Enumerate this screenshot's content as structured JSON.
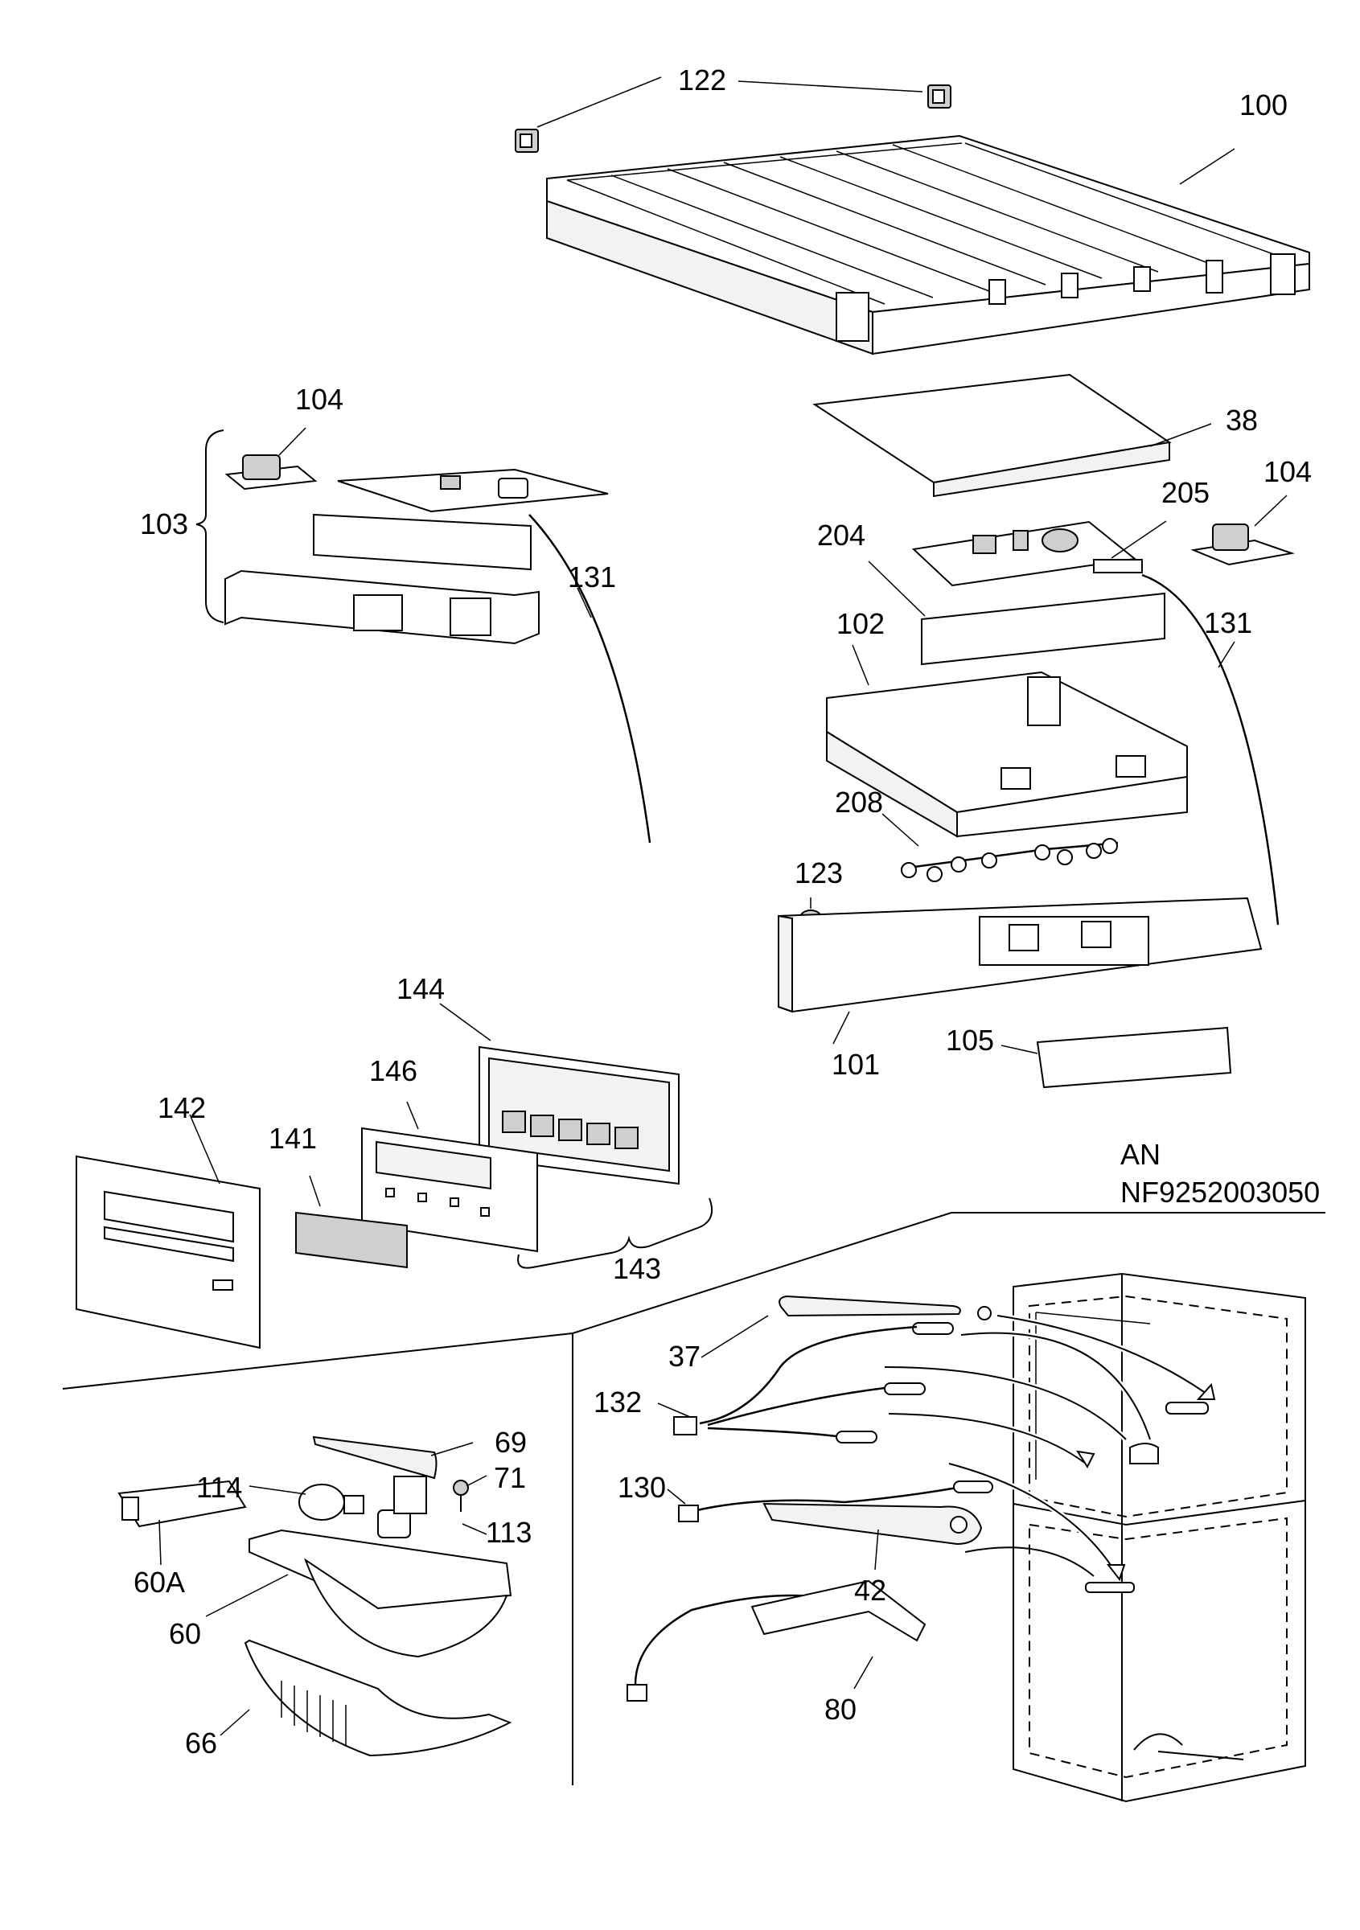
{
  "document": {
    "code_line1": "AN",
    "code_line2": "NF9252003050"
  },
  "callouts": [
    {
      "id": "122",
      "label": "122"
    },
    {
      "id": "100",
      "label": "100"
    },
    {
      "id": "104-left",
      "label": "104"
    },
    {
      "id": "103",
      "label": "103"
    },
    {
      "id": "131-left",
      "label": "131"
    },
    {
      "id": "38",
      "label": "38"
    },
    {
      "id": "104-right",
      "label": "104"
    },
    {
      "id": "205",
      "label": "205"
    },
    {
      "id": "204",
      "label": "204"
    },
    {
      "id": "102",
      "label": "102"
    },
    {
      "id": "131-right",
      "label": "131"
    },
    {
      "id": "208",
      "label": "208"
    },
    {
      "id": "123",
      "label": "123"
    },
    {
      "id": "101",
      "label": "101"
    },
    {
      "id": "105",
      "label": "105"
    },
    {
      "id": "144",
      "label": "144"
    },
    {
      "id": "146",
      "label": "146"
    },
    {
      "id": "142",
      "label": "142"
    },
    {
      "id": "141",
      "label": "141"
    },
    {
      "id": "143",
      "label": "143"
    },
    {
      "id": "37",
      "label": "37"
    },
    {
      "id": "132",
      "label": "132"
    },
    {
      "id": "130",
      "label": "130"
    },
    {
      "id": "42",
      "label": "42"
    },
    {
      "id": "80",
      "label": "80"
    },
    {
      "id": "69",
      "label": "69"
    },
    {
      "id": "71",
      "label": "71"
    },
    {
      "id": "114",
      "label": "114"
    },
    {
      "id": "113",
      "label": "113"
    },
    {
      "id": "60A",
      "label": "60A"
    },
    {
      "id": "60",
      "label": "60"
    },
    {
      "id": "66",
      "label": "66"
    }
  ]
}
